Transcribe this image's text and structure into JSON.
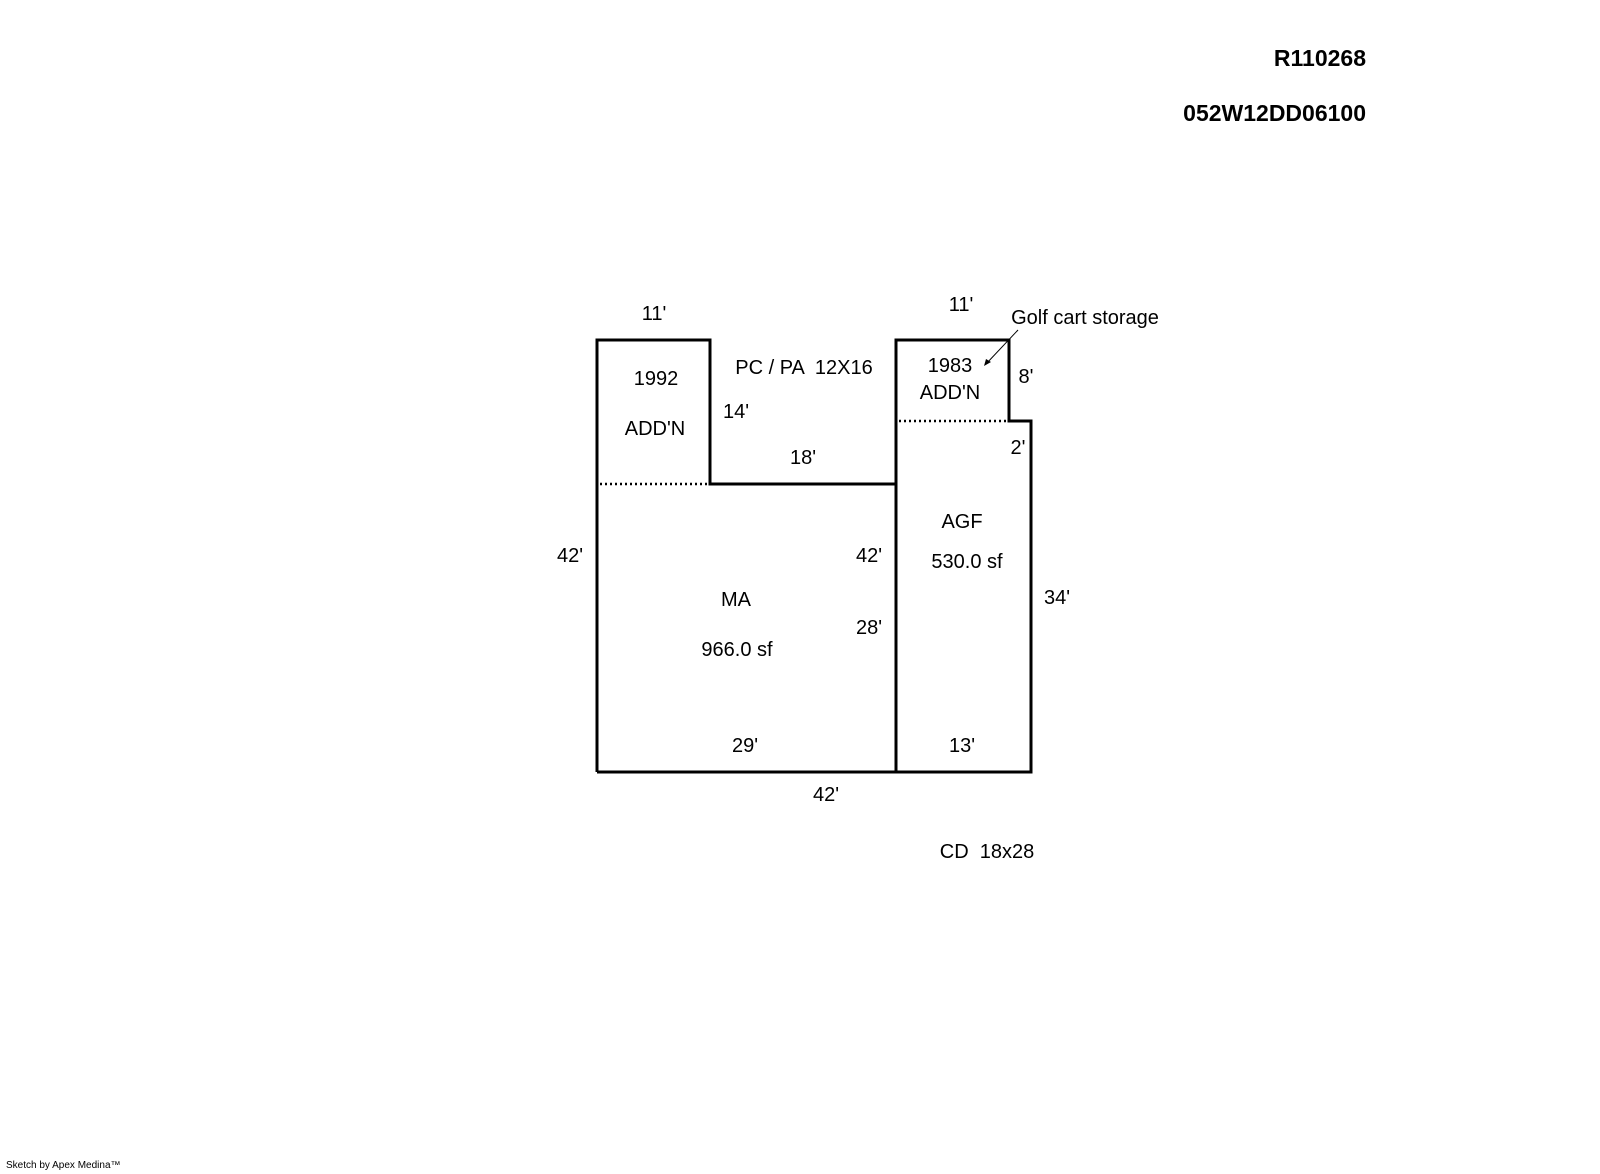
{
  "header": {
    "parcel_id": "R110268",
    "map_number": "052W12DD06100"
  },
  "areas": {
    "addition_1992": {
      "year": "1992",
      "label": "ADD'N"
    },
    "porch": {
      "label": "PC / PA  12X16"
    },
    "addition_1983": {
      "year": "1983",
      "label": "ADD'N"
    },
    "golf_cart_note": "Golf cart storage",
    "main_area": {
      "label": "MA",
      "area": "966.0 sf"
    },
    "garage": {
      "label": "AGF",
      "area": "530.0 sf"
    },
    "deck": {
      "label": "CD  18x28"
    }
  },
  "dimensions": {
    "top_left_width": "11'",
    "top_right_width": "11'",
    "porch_depth": "14'",
    "porch_width": "18'",
    "golf_height": "8'",
    "step": "2'",
    "left_height": "42'",
    "inner_height": "42'",
    "inner_lower": "28'",
    "right_height": "34'",
    "ma_bottom": "29'",
    "agf_bottom": "13'",
    "total_bottom": "42'"
  },
  "footer": "Sketch by Apex Medina™"
}
